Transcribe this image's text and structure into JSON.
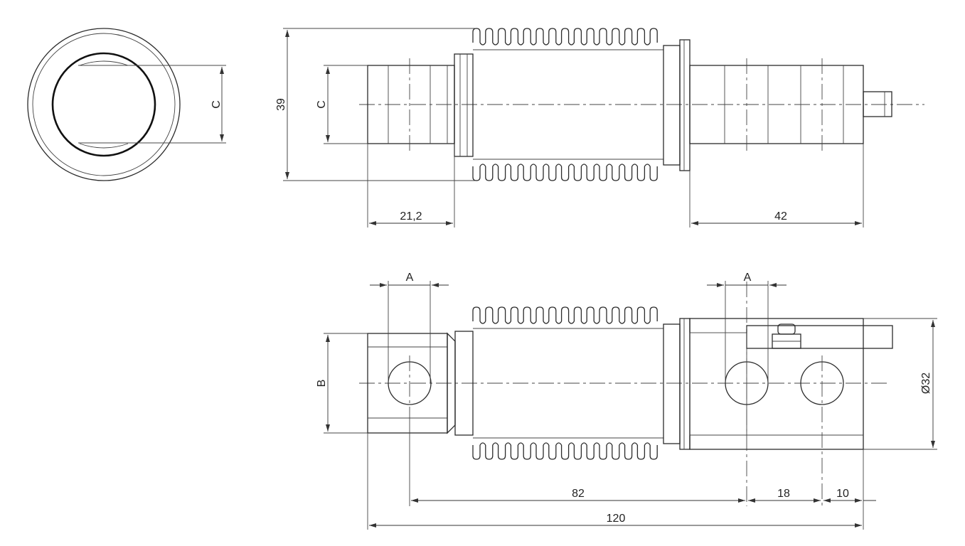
{
  "labels": {
    "end_c": "C",
    "side_height": "39",
    "side_c": "C",
    "side_len_left": "21,2",
    "side_len_right": "42",
    "a_left": "A",
    "a_right": "A",
    "b": "B",
    "diameter": "Ø32",
    "len_82": "82",
    "len_18": "18",
    "len_10": "10",
    "len_120": "120"
  }
}
